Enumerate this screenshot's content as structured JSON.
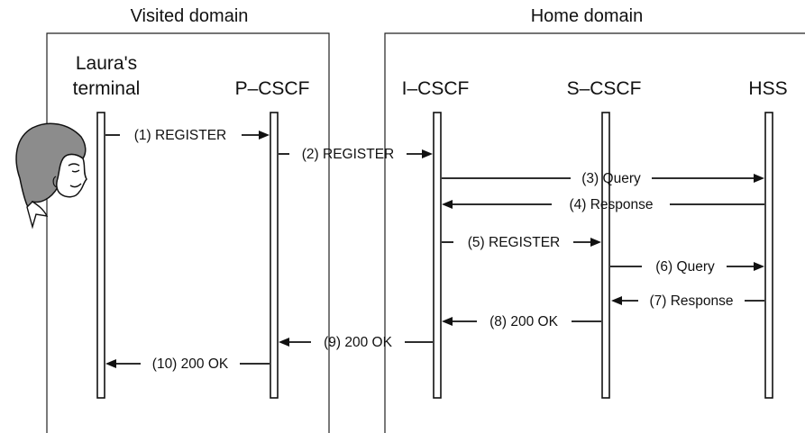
{
  "domains": {
    "visited": {
      "title": "Visited domain"
    },
    "home": {
      "title": "Home domain"
    }
  },
  "entities": {
    "terminal": {
      "label_line1": "Laura's",
      "label_line2": "terminal"
    },
    "pcscf": {
      "label": "P–CSCF"
    },
    "icscf": {
      "label": "I–CSCF"
    },
    "scscf": {
      "label": "S–CSCF"
    },
    "hss": {
      "label": "HSS"
    }
  },
  "messages": [
    {
      "id": "m1",
      "label": "(1) REGISTER",
      "from": "terminal",
      "to": "pcscf"
    },
    {
      "id": "m2",
      "label": "(2) REGISTER",
      "from": "pcscf",
      "to": "icscf"
    },
    {
      "id": "m3",
      "label": "(3) Query",
      "from": "icscf",
      "to": "hss"
    },
    {
      "id": "m4",
      "label": "(4) Response",
      "from": "hss",
      "to": "icscf"
    },
    {
      "id": "m5",
      "label": "(5) REGISTER",
      "from": "icscf",
      "to": "scscf"
    },
    {
      "id": "m6",
      "label": "(6) Query",
      "from": "scscf",
      "to": "hss"
    },
    {
      "id": "m7",
      "label": "(7) Response",
      "from": "hss",
      "to": "scscf"
    },
    {
      "id": "m8",
      "label": "(8) 200 OK",
      "from": "scscf",
      "to": "icscf"
    },
    {
      "id": "m9",
      "label": "(9) 200 OK",
      "from": "icscf",
      "to": "pcscf"
    },
    {
      "id": "m10",
      "label": "(10) 200 OK",
      "from": "pcscf",
      "to": "terminal"
    }
  ],
  "user_avatar": {
    "icon": "woman-face-icon"
  }
}
